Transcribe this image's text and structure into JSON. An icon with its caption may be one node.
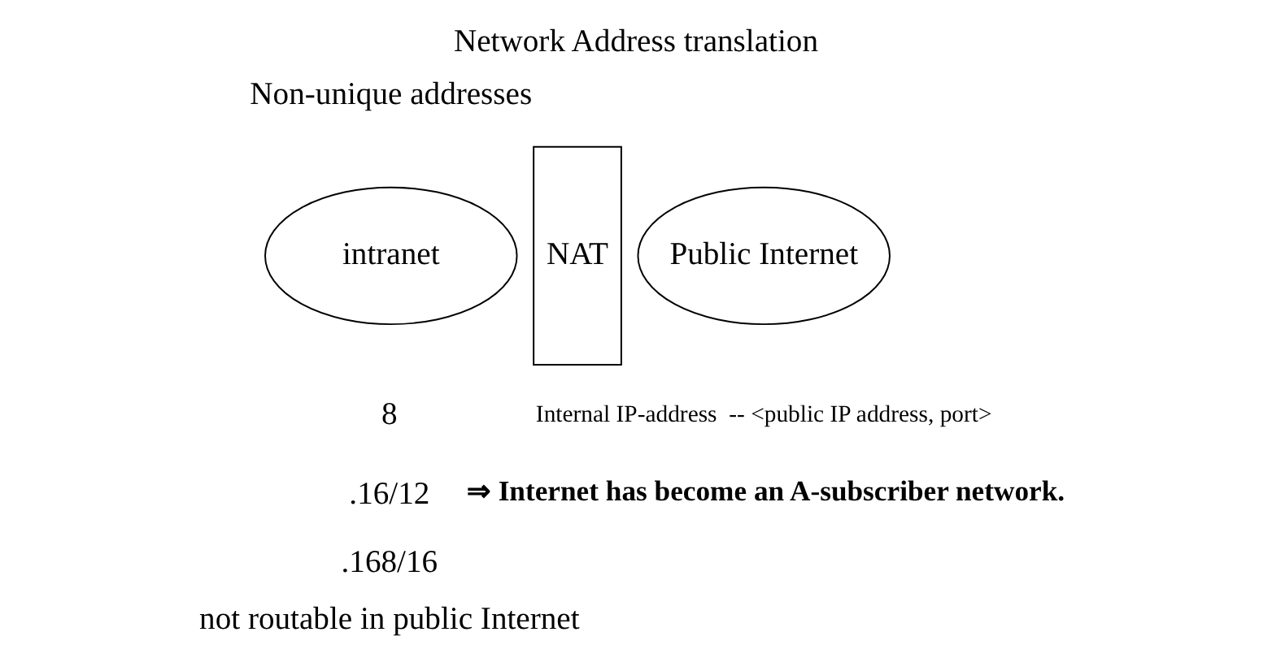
{
  "diagram": {
    "title": "Network Address translation",
    "nodes": [
      {
        "text": [
          "intranet"
        ]
      },
      {
        "text": [
          "NAT"
        ]
      },
      {
        "text": [
          "Public Internet"
        ]
      }
    ],
    "edges": [],
    "labels": [
      "Non-unique addresses",
      "8",
      ".16/12",
      ".168/16",
      "not routable in public Internet",
      "Internal IP-address  -- <public IP address, port>",
      "⇒ Internet has become an A-subscriber network."
    ]
  }
}
